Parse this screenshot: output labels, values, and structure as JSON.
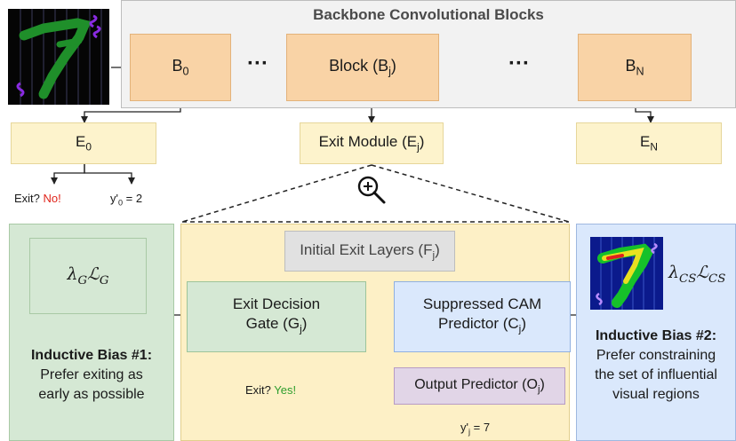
{
  "backbone": {
    "title": "Backbone Convolutional Blocks",
    "b0": "B",
    "b0_sub": "0",
    "bj": "Block (B",
    "bj_sub": "j",
    "bj_close": ")",
    "bn": "B",
    "bn_sub": "N",
    "dots": "···"
  },
  "exits": {
    "e0": "E",
    "e0_sub": "0",
    "ej": "Exit Module (E",
    "ej_sub": "j",
    "ej_close": ")",
    "en": "E",
    "en_sub": "N"
  },
  "e0_outputs": {
    "exit_q": "Exit?",
    "no": "No!",
    "y_prefix": "y'",
    "y_sub": "0",
    "y_val": " = 2"
  },
  "zoom": {
    "icon": "zoom-in-icon"
  },
  "module": {
    "initial": "Initial Exit Layers (F",
    "initial_sub": "j",
    "initial_close": ")",
    "gate_line1": "Exit Decision",
    "gate_line2": "Gate (G",
    "gate_sub": "j",
    "gate_close": ")",
    "cam_line1": "Suppressed CAM",
    "cam_line2": "Predictor (C",
    "cam_sub": "j",
    "cam_close": ")",
    "output": "Output Predictor (O",
    "output_sub": "j",
    "output_close": ")",
    "exit_q": "Exit?",
    "yes": "Yes!",
    "y_prefix": "y'",
    "y_sub": "j",
    "y_val": " = 7"
  },
  "left_panel": {
    "loss": "λ",
    "loss_sub": "G",
    "loss_L": "ℒ",
    "loss_L_sub": "G",
    "bias_title": "Inductive Bias #1:",
    "bias_line1": "Prefer exiting as",
    "bias_line2": "early as possible"
  },
  "right_panel": {
    "loss": "λ",
    "loss_sub": "CS",
    "loss_L": "ℒ",
    "loss_L_sub": "CS",
    "bias_title": "Inductive Bias #2:",
    "bias_line1": "Prefer constraining",
    "bias_line2": "the set of influential",
    "bias_line3": "visual regions"
  },
  "colors": {
    "no": "#e0241b",
    "yes": "#2e9e2e",
    "digit_green": "#1f8f2a",
    "cue_purple": "#8a2be2"
  }
}
